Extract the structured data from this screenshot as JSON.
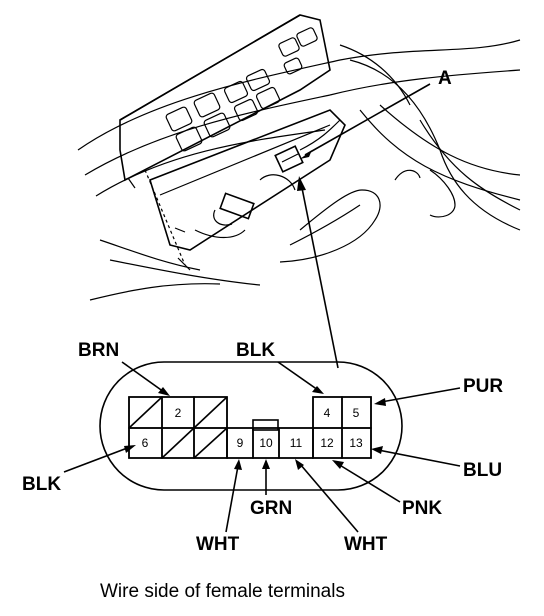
{
  "callout_a": "A",
  "wire_labels": {
    "brn": "BRN",
    "blk_top": "BLK",
    "pur": "PUR",
    "blk_left": "BLK",
    "blu": "BLU",
    "pnk": "PNK",
    "grn": "GRN",
    "wht_left": "WHT",
    "wht_right": "WHT"
  },
  "terminals": {
    "t2": "2",
    "t4": "4",
    "t5": "5",
    "t6": "6",
    "t9": "9",
    "t10": "10",
    "t11": "11",
    "t12": "12",
    "t13": "13"
  },
  "caption": "Wire side of female terminals"
}
